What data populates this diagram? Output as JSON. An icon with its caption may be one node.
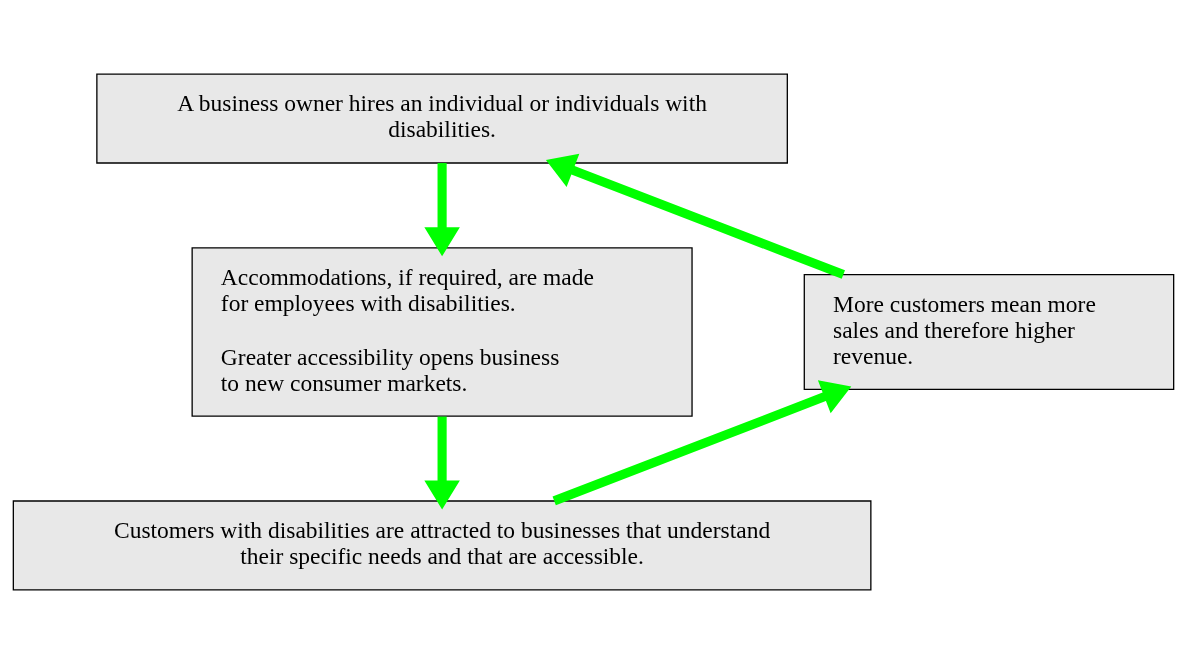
{
  "diagram": {
    "nodes": [
      {
        "text": [
          "A business owner hires an individual or individuals with disabilities."
        ]
      },
      {
        "text": [
          "More customers mean more sales and therefore higher revenue."
        ]
      },
      {
        "text": [
          "Accommodations, if required, are made for employees with disabilities.",
          "Greater accessibility opens business to new consumer markets."
        ]
      },
      {
        "text": [
          "Customers with disabilities are attracted to businesses that understand their specific needs and that are accessible."
        ]
      }
    ],
    "edges": [
      {
        "from": 0,
        "to": 2,
        "arrow": "to"
      },
      {
        "from": 2,
        "to": 3,
        "arrow": "to"
      },
      {
        "from": 3,
        "to": 1,
        "arrow": "to"
      },
      {
        "from": 1,
        "to": 0,
        "arrow": "to"
      }
    ]
  }
}
